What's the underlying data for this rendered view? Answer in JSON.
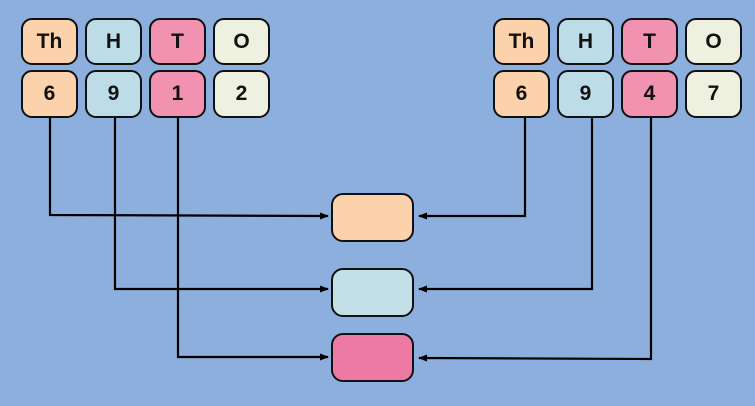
{
  "colors": {
    "background": "#8dafde",
    "thousands": "#fbd2ab",
    "hundreds": "#bcdde8",
    "tens": "#f192b0",
    "ones": "#eef1df",
    "mid_thousands": "#fbd2ab",
    "mid_hundreds": "#c3e0e6",
    "mid_tens": "#ec7aa2",
    "line": "#000000"
  },
  "left_table": {
    "headers": [
      "Th",
      "H",
      "T",
      "O"
    ],
    "digits": [
      "6",
      "9",
      "1",
      "2"
    ]
  },
  "right_table": {
    "headers": [
      "Th",
      "H",
      "T",
      "O"
    ],
    "digits": [
      "6",
      "9",
      "4",
      "7"
    ]
  },
  "comparison_boxes": [
    {
      "place": "thousands",
      "label": ""
    },
    {
      "place": "hundreds",
      "label": ""
    },
    {
      "place": "tens",
      "label": ""
    }
  ]
}
